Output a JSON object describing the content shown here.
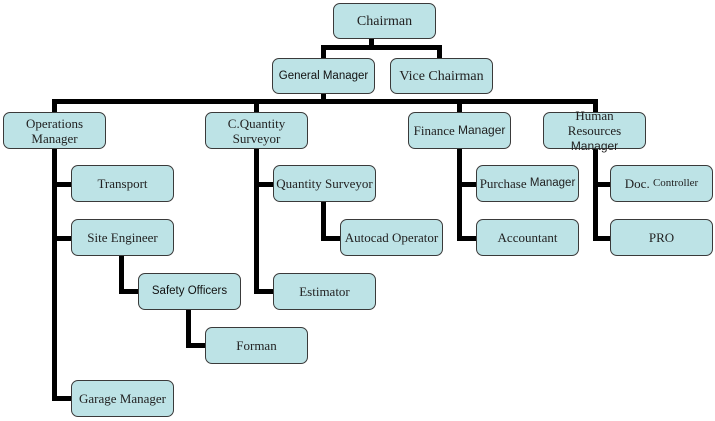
{
  "diagram": {
    "type": "org-chart",
    "colors": {
      "box_fill": "#bde3e6",
      "box_border": "#3a3a3a",
      "connector": "#000000"
    },
    "nodes": {
      "chairman": "Chairman",
      "general_manager": "General Manager",
      "vice_chairman": "Vice Chairman",
      "operations_manager": "Operations Manager",
      "cq_surveyor_line1": "C.Quantity",
      "cq_surveyor_line2": "Surveyor",
      "finance_manager_a": "Finance ",
      "finance_manager_b": "Manager",
      "hr_manager_line1": "Human",
      "hr_manager_line2a": "Resources ",
      "hr_manager_line2b": "Manager",
      "transport": "Transport",
      "site_engineer": "Site Engineer",
      "safety_officers": "Safety Officers",
      "forman": "Forman",
      "garage_manager": "Garage Manager",
      "quantity_surveyor": "Quantity Surveyor",
      "autocad_operator": "Autocad Operator",
      "estimator": "Estimator",
      "purchase_manager_a": "Purchase ",
      "purchase_manager_b": "Manager",
      "accountant": "Accountant",
      "doc_controller_a": "Doc. ",
      "doc_controller_b": "Controller",
      "pro": "PRO"
    },
    "hierarchy": [
      {
        "name": "Chairman",
        "children": [
          "General Manager",
          "Vice Chairman"
        ]
      },
      {
        "name": "General Manager",
        "children": [
          "Operations Manager",
          "C.Quantity Surveyor",
          "Finance Manager",
          "Human Resources Manager"
        ]
      },
      {
        "name": "Operations Manager",
        "children": [
          "Transport",
          "Site Engineer",
          "Garage Manager"
        ]
      },
      {
        "name": "Site Engineer",
        "children": [
          "Safety Officers"
        ]
      },
      {
        "name": "Safety Officers",
        "children": [
          "Forman"
        ]
      },
      {
        "name": "C.Quantity Surveyor",
        "children": [
          "Quantity Surveyor",
          "Estimator"
        ]
      },
      {
        "name": "Quantity Surveyor",
        "children": [
          "Autocad Operator"
        ]
      },
      {
        "name": "Finance Manager",
        "children": [
          "Purchase Manager",
          "Accountant"
        ]
      },
      {
        "name": "Human Resources Manager",
        "children": [
          "Doc. Controller",
          "PRO"
        ]
      }
    ]
  }
}
